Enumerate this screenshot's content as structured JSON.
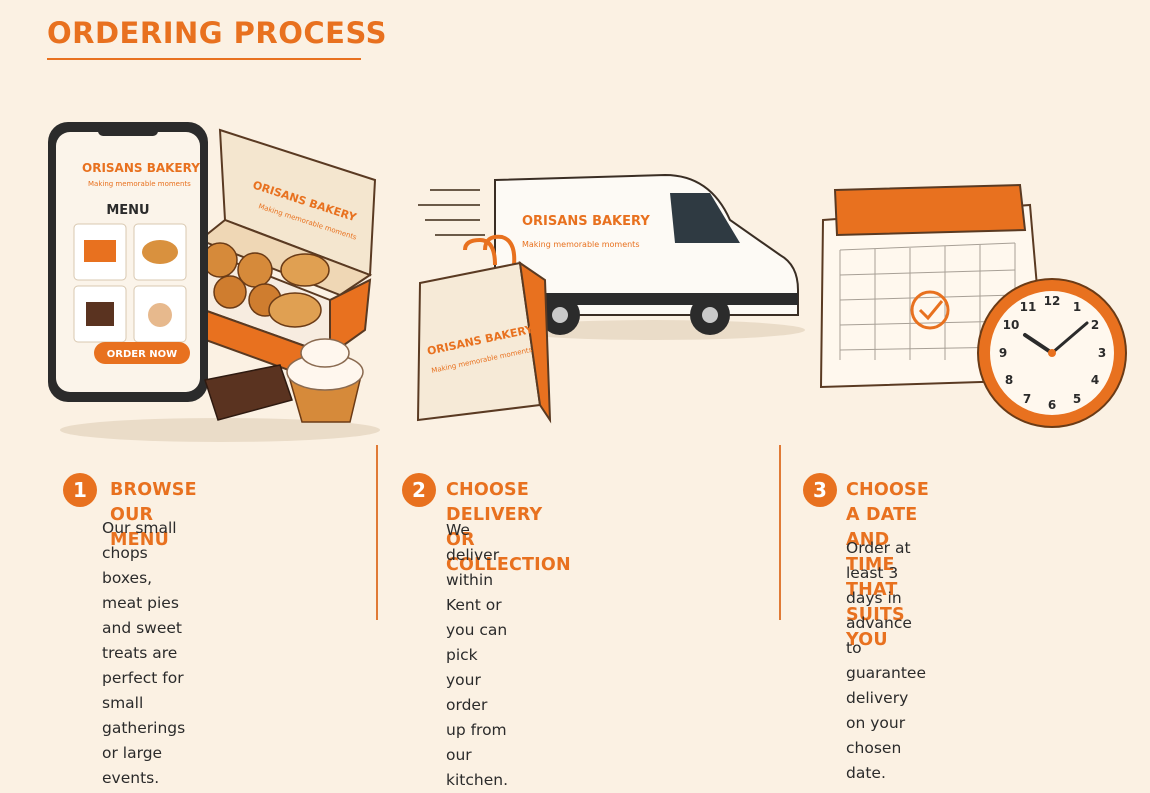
{
  "header": {
    "title": "ORDERING PROCESS"
  },
  "brand": {
    "name": "ORISANS BAKERY",
    "tagline": "Making memorable moments"
  },
  "phone": {
    "menu_label": "MENU",
    "order_button": "ORDER NOW"
  },
  "clock": {
    "numerals": [
      "12",
      "1",
      "2",
      "3",
      "4",
      "5",
      "6",
      "7",
      "8",
      "9",
      "10",
      "11"
    ]
  },
  "steps": [
    {
      "number": "1",
      "title": "BROWSE OUR MENU",
      "title_line2": "",
      "lines": [
        "Our small chops boxes, meat pies",
        "and sweet treats are perfect for",
        "small gatherings or large events."
      ]
    },
    {
      "number": "2",
      "title": "CHOOSE DELIVERY OR COLLECTION",
      "title_line2": "",
      "lines": [
        "We deliver within Kent or you can",
        "pick your order up from our kitchen.",
        ""
      ]
    },
    {
      "number": "3",
      "title": "CHOOSE A DATE AND TIME",
      "title_line2": "THAT SUITS YOU",
      "lines": [
        "Order at least 3 days in advance",
        "to guarantee delivery on your",
        "chosen date."
      ]
    }
  ],
  "colors": {
    "accent": "#e8711f",
    "background": "#fbf1e3",
    "text": "#2b2b2b"
  },
  "icons": [
    "smartphone-icon",
    "pastry-box-icon",
    "delivery-van-icon",
    "shopping-bag-icon",
    "calendar-icon",
    "clock-icon",
    "checkmark-icon"
  ]
}
